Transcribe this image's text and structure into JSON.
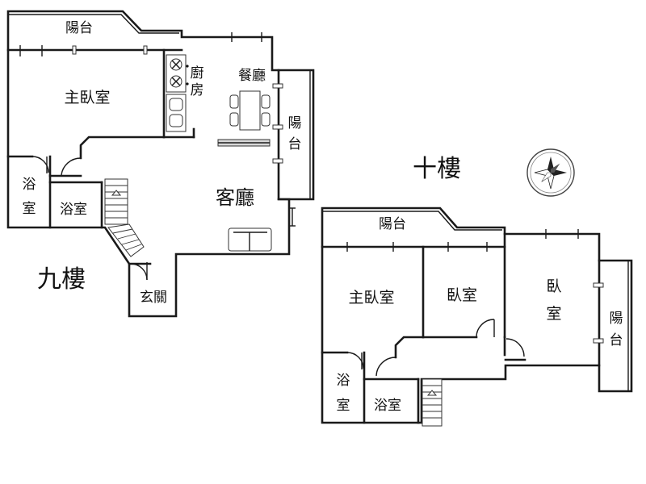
{
  "floor_9": {
    "title": "九樓",
    "rooms": {
      "balcony_top": "陽台",
      "master_bedroom": "主臥室",
      "kitchen_1": "廚",
      "kitchen_2": "房",
      "dining": "餐廳",
      "balcony_right_1": "陽",
      "balcony_right_2": "台",
      "living": "客廳",
      "bath_left_1": "浴",
      "bath_left_2": "室",
      "bath_right": "浴室",
      "entrance": "玄關"
    }
  },
  "floor_10": {
    "title": "十樓",
    "rooms": {
      "balcony_top": "陽台",
      "master_bedroom": "主臥室",
      "bedroom_mid": "臥室",
      "bedroom_right_1": "臥",
      "bedroom_right_2": "室",
      "balcony_right_1": "陽",
      "balcony_right_2": "台",
      "bath_left_1": "浴",
      "bath_left_2": "室",
      "bath_right": "浴室"
    }
  },
  "compass": {
    "icon": "compass-icon"
  }
}
